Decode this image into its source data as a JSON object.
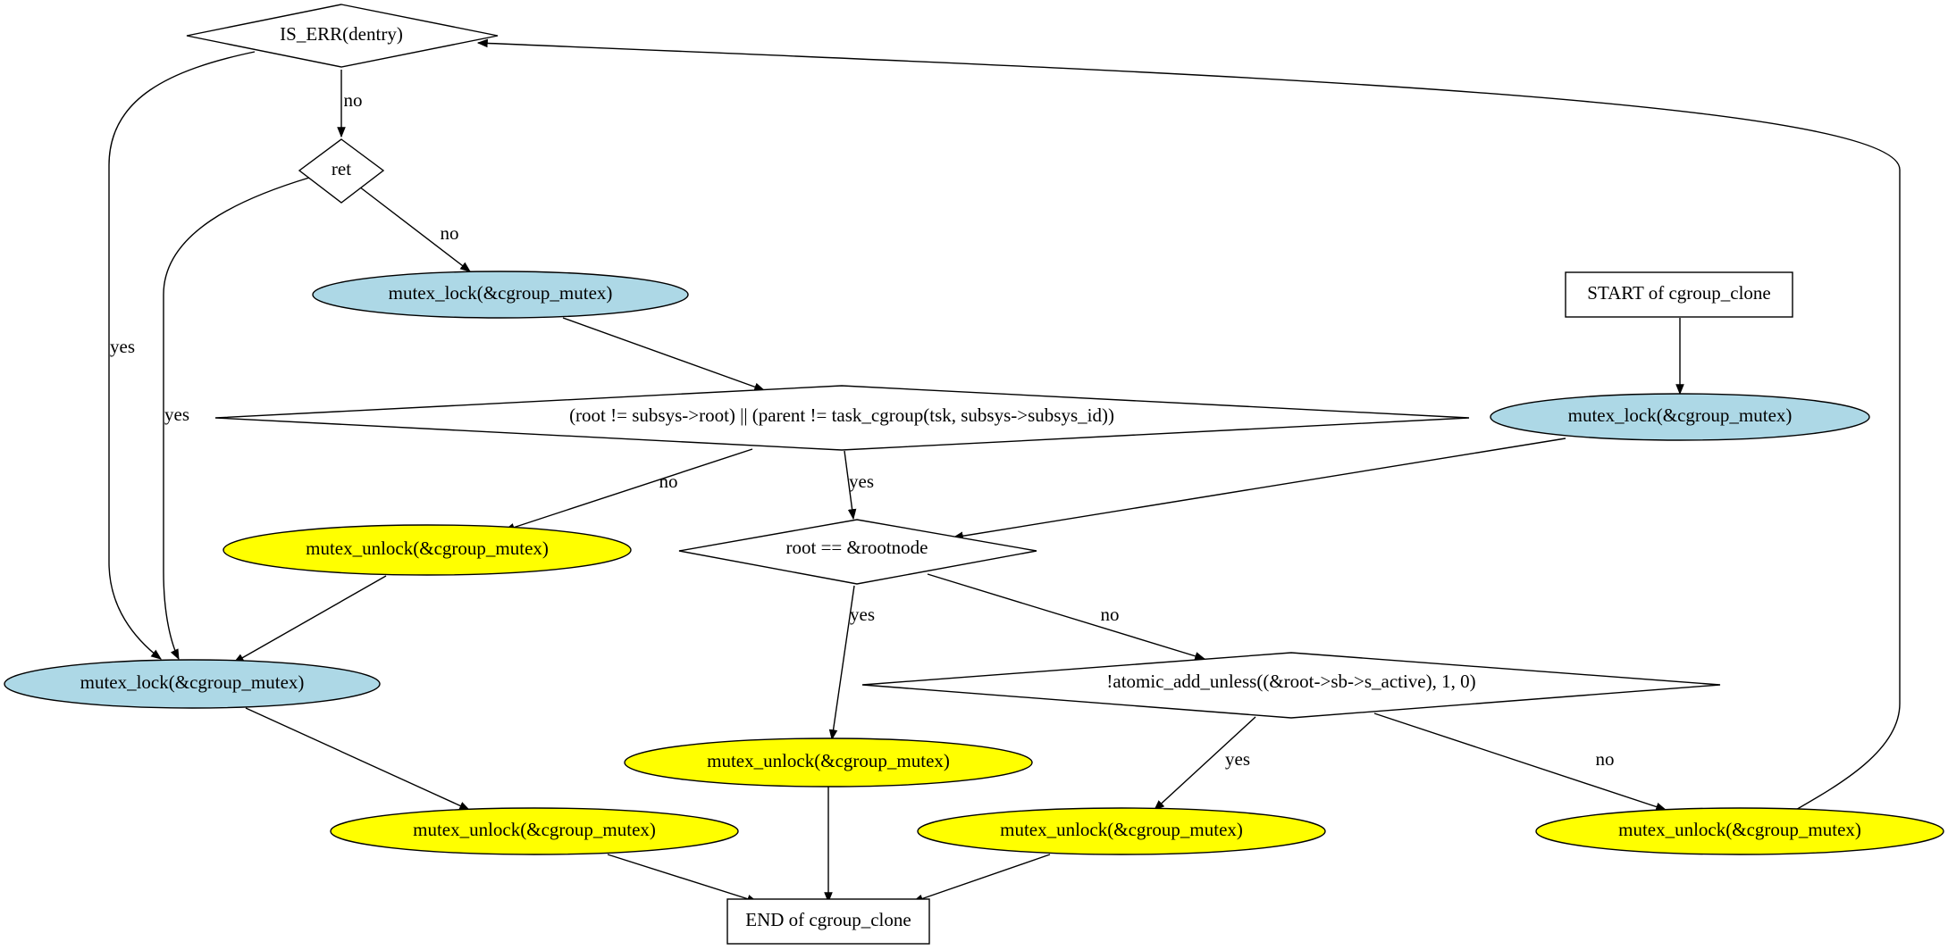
{
  "colors": {
    "process_blue": "#add8e6",
    "process_yellow": "#ffff00",
    "decision": "#ffffff",
    "terminal": "#ffffff",
    "line": "#000000"
  },
  "nodes": {
    "is_err": "IS_ERR(dentry)",
    "ret": "ret",
    "lock_after_ret": "mutex_lock(&cgroup_mutex)",
    "root_check": "(root != subsys->root) || (parent != task_cgroup(tsk, subsys->subsys_id))",
    "start": "START of cgroup_clone",
    "lock_start": "mutex_lock(&cgroup_mutex)",
    "unlock_no_root": "mutex_unlock(&cgroup_mutex)",
    "rootnode_check": "root == &rootnode",
    "lock_yes": "mutex_lock(&cgroup_mutex)",
    "atomic_check": "!atomic_add_unless((&root->sb->s_active), 1, 0)",
    "unlock_rootnode": "mutex_unlock(&cgroup_mutex)",
    "unlock_left": "mutex_unlock(&cgroup_mutex)",
    "unlock_atomic_yes": "mutex_unlock(&cgroup_mutex)",
    "unlock_atomic_no": "mutex_unlock(&cgroup_mutex)",
    "end": "END of cgroup_clone"
  },
  "edge_labels": {
    "is_err_no": "no",
    "is_err_yes": "yes",
    "ret_no": "no",
    "ret_yes": "yes",
    "root_check_no": "no",
    "root_check_yes": "yes",
    "rootnode_yes": "yes",
    "rootnode_no": "no",
    "atomic_yes": "yes",
    "atomic_no": "no"
  }
}
